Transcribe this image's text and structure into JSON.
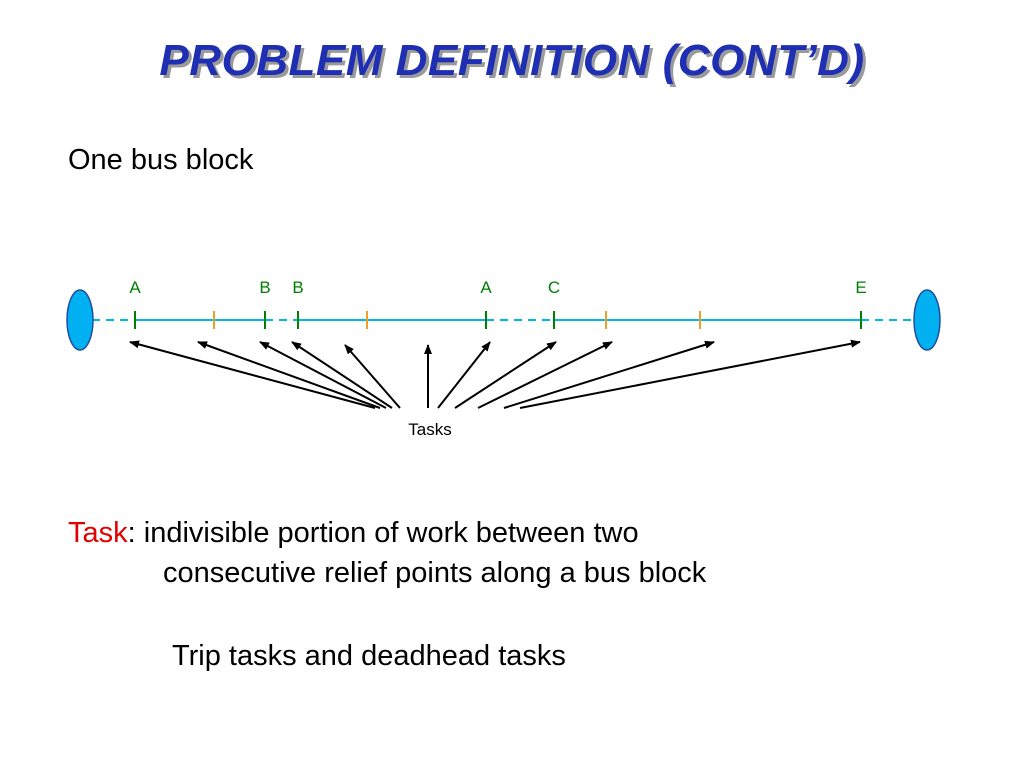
{
  "title": "PROBLEM DEFINITION (CONT’D)",
  "subtitle": "One bus block",
  "diagram": {
    "relief_points": [
      {
        "label": "A",
        "type": "relief"
      },
      {
        "label": "",
        "type": "stop"
      },
      {
        "label": "B",
        "type": "relief"
      },
      {
        "label": "B",
        "type": "relief"
      },
      {
        "label": "",
        "type": "stop"
      },
      {
        "label": "A",
        "type": "relief"
      },
      {
        "label": "C",
        "type": "relief"
      },
      {
        "label": "",
        "type": "stop"
      },
      {
        "label": "",
        "type": "stop"
      },
      {
        "label": "E",
        "type": "relief"
      }
    ],
    "tasks_label": "Tasks",
    "colors": {
      "line": "#00b7e8",
      "end_nodes": "#00b0f0",
      "relief_tick": "#008000",
      "stop_tick": "#f0a020",
      "label": "#008000",
      "arrow": "#000000"
    }
  },
  "definition": {
    "term": "Task",
    "line1_rest": ": indivisible portion of work between two",
    "line2": "consecutive relief points along a bus block",
    "line3": "Trip tasks and deadhead tasks"
  }
}
